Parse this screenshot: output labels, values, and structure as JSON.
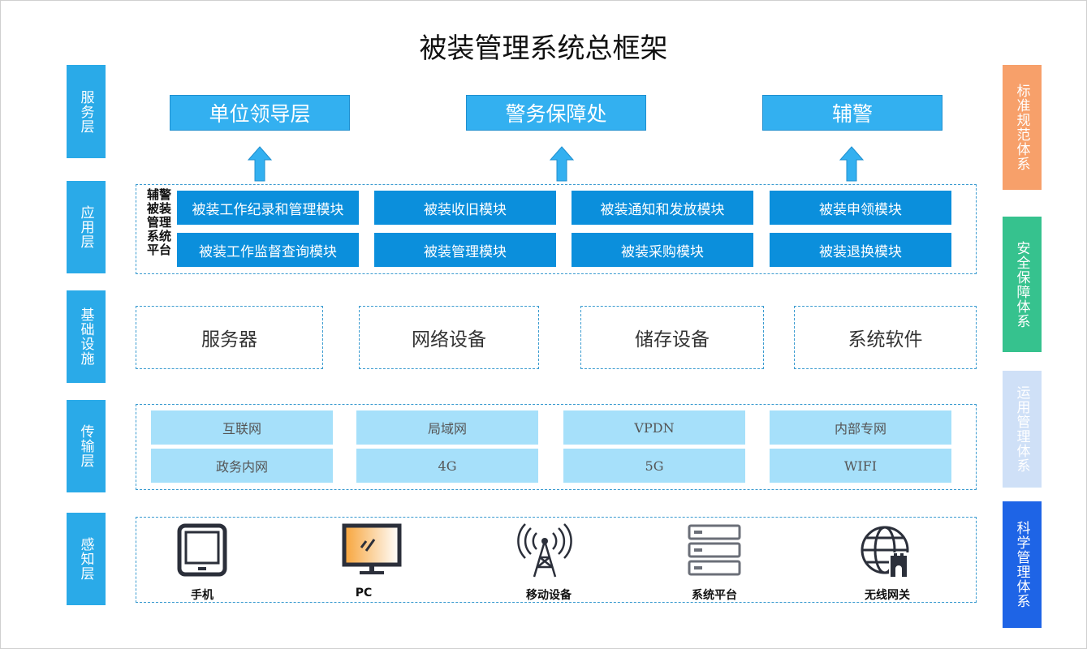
{
  "title": "被装管理系统总框架",
  "layers": [
    "服务层",
    "应用层",
    "基础设施",
    "传输层",
    "感知层"
  ],
  "pillars": [
    {
      "label": "标准规范体系",
      "color": "#f7a06a"
    },
    {
      "label": "安全保障体系",
      "color": "#36c28e"
    },
    {
      "label": "运用管理体系",
      "color": "#cfe0f7"
    },
    {
      "label": "科学管理体系",
      "color": "#1e64e6"
    }
  ],
  "services": [
    "单位领导层",
    "警务保障处",
    "辅警"
  ],
  "platform_label": "辅警被装管理系统平台",
  "app_modules": [
    "被装工作纪录和管理模块",
    "被装收旧模块",
    "被装通知和发放模块",
    "被装申领模块",
    "被装工作监督查询模块",
    "被装管理模块",
    "被装采购模块",
    "被装退换模块"
  ],
  "infrastructure": [
    "服务器",
    "网络设备",
    "储存设备",
    "系统软件"
  ],
  "networks": [
    "互联网",
    "局域网",
    "VPDN",
    "内部专网",
    "政务内网",
    "4G",
    "5G",
    "WIFI"
  ],
  "devices": [
    {
      "label": "手机",
      "icon": "tablet-icon"
    },
    {
      "label": "PC",
      "icon": "monitor-icon"
    },
    {
      "label": "移动设备",
      "icon": "antenna-tower-icon"
    },
    {
      "label": "系统平台",
      "icon": "server-stack-icon"
    },
    {
      "label": "无线网关",
      "icon": "globe-gateway-icon"
    }
  ]
}
